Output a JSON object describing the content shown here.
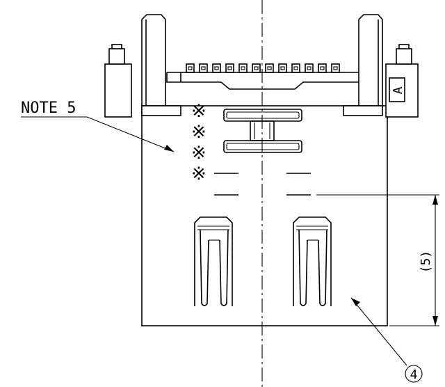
{
  "annotations": {
    "note_label": "NOTE 5",
    "mark_symbol": "※",
    "side_tab_label": "A",
    "dimension_label": "(5)",
    "callout_number": "4"
  }
}
